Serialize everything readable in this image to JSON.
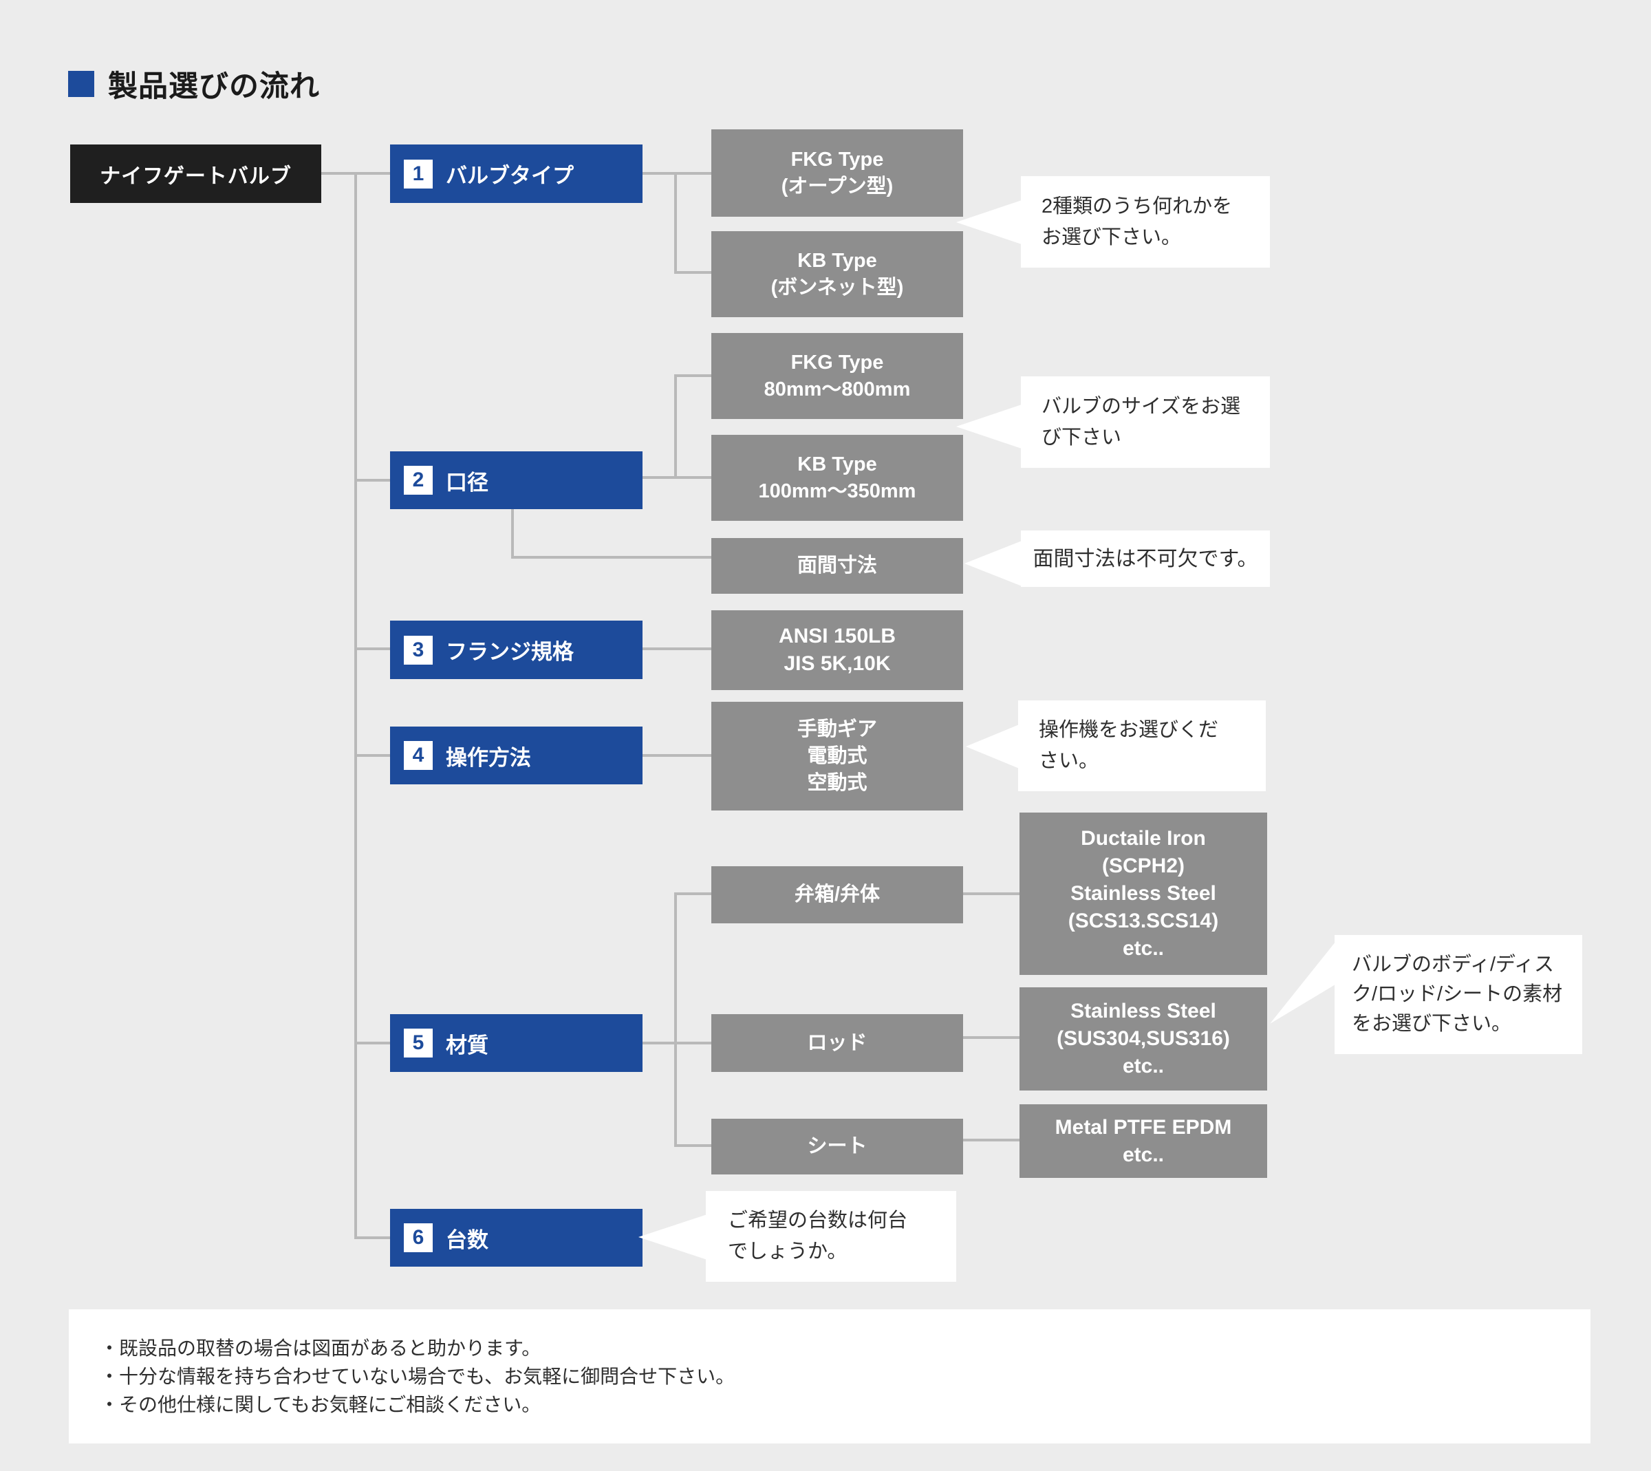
{
  "title": {
    "text": "製品選びの流れ"
  },
  "root": {
    "label": "ナイフゲートバルブ"
  },
  "steps": {
    "s1": {
      "num": "1",
      "label": "バルブタイプ"
    },
    "s2": {
      "num": "2",
      "label": "口径"
    },
    "s3": {
      "num": "3",
      "label": "フランジ規格"
    },
    "s4": {
      "num": "4",
      "label": "操作方法"
    },
    "s5": {
      "num": "5",
      "label": "材質"
    },
    "s6": {
      "num": "6",
      "label": "台数"
    }
  },
  "options": {
    "fkg_open": {
      "lines": [
        "FKG Type",
        "(オープン型)"
      ]
    },
    "kb_bonnet": {
      "lines": [
        "KB Type",
        "(ボンネット型)"
      ]
    },
    "fkg_size": {
      "lines": [
        "FKG Type",
        "80mm〜800mm"
      ]
    },
    "kb_size": {
      "lines": [
        "KB Type",
        "100mm〜350mm"
      ]
    },
    "face_to_face": {
      "lines": [
        "面間寸法"
      ]
    },
    "flange": {
      "lines": [
        "ANSI 150LB",
        "JIS 5K,10K"
      ]
    },
    "operation": {
      "lines": [
        "手動ギア",
        "電動式",
        "空動式"
      ]
    },
    "body": {
      "lines": [
        "弁箱/弁体"
      ]
    },
    "rod": {
      "lines": [
        "ロッド"
      ]
    },
    "seat": {
      "lines": [
        "シート"
      ]
    }
  },
  "materials": {
    "body_mat": {
      "lines": [
        "Ductaile Iron",
        "(SCPH2)",
        "Stainless Steel",
        "(SCS13.SCS14)",
        "etc.."
      ]
    },
    "rod_mat": {
      "lines": [
        "Stainless Steel",
        "(SUS304,SUS316)",
        "etc.."
      ]
    },
    "seat_mat": {
      "lines": [
        "Metal PTFE EPDM",
        "etc.."
      ]
    }
  },
  "callouts": {
    "valve_type": {
      "lines": [
        "2種類のうち何れかを",
        "お選び下さい。"
      ]
    },
    "valve_size": {
      "lines": [
        "バルブのサイズをお選",
        "び下さい"
      ]
    },
    "face": {
      "lines": [
        "面間寸法は不可欠です。"
      ]
    },
    "operation": {
      "lines": [
        "操作機をお選びくだ",
        "さい。"
      ]
    },
    "material": {
      "lines": [
        "バルブのボディ/ディス",
        "ク/ロッド/シートの素材",
        "をお選び下さい。"
      ]
    },
    "quantity": {
      "lines": [
        "ご希望の台数は何台",
        "でしょうか。"
      ]
    }
  },
  "notes": {
    "lines": [
      "・既設品の取替の場合は図面があると助かります。",
      "・十分な情報を持ち合わせていない場合でも、お気軽に御問合せ下さい。",
      "・その他仕様に関してもお気軽にご相談ください。"
    ]
  },
  "colors": {
    "accent_blue": "#1d4b9b",
    "box_gray": "#8e8e8e",
    "root_black": "#1f1f1f",
    "line_gray": "#b9b9b9",
    "background": "#ececec"
  }
}
